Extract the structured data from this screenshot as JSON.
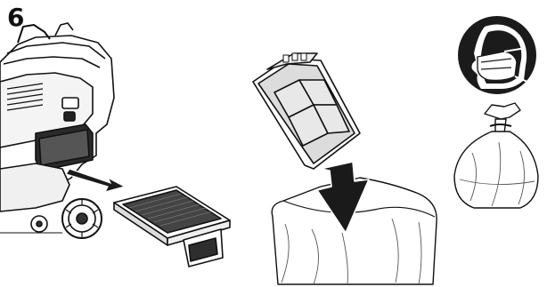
{
  "step": {
    "number": "6"
  },
  "illustrations": {
    "vacuum": "vacuum-body-illustration",
    "filter_removed": "hepa-filter-removed-illustration",
    "filter_to_bin": "filter-disposal-illustration",
    "mask_icon": "face-mask-icon",
    "bag_icon": "tied-bag-icon"
  },
  "colors": {
    "ink": "#111111",
    "arrow": "#1a1a1a",
    "filter_gray": "#bdbdbd",
    "filter_panel": "#e6e6e6",
    "mask_badge": "#1b1b1b"
  }
}
